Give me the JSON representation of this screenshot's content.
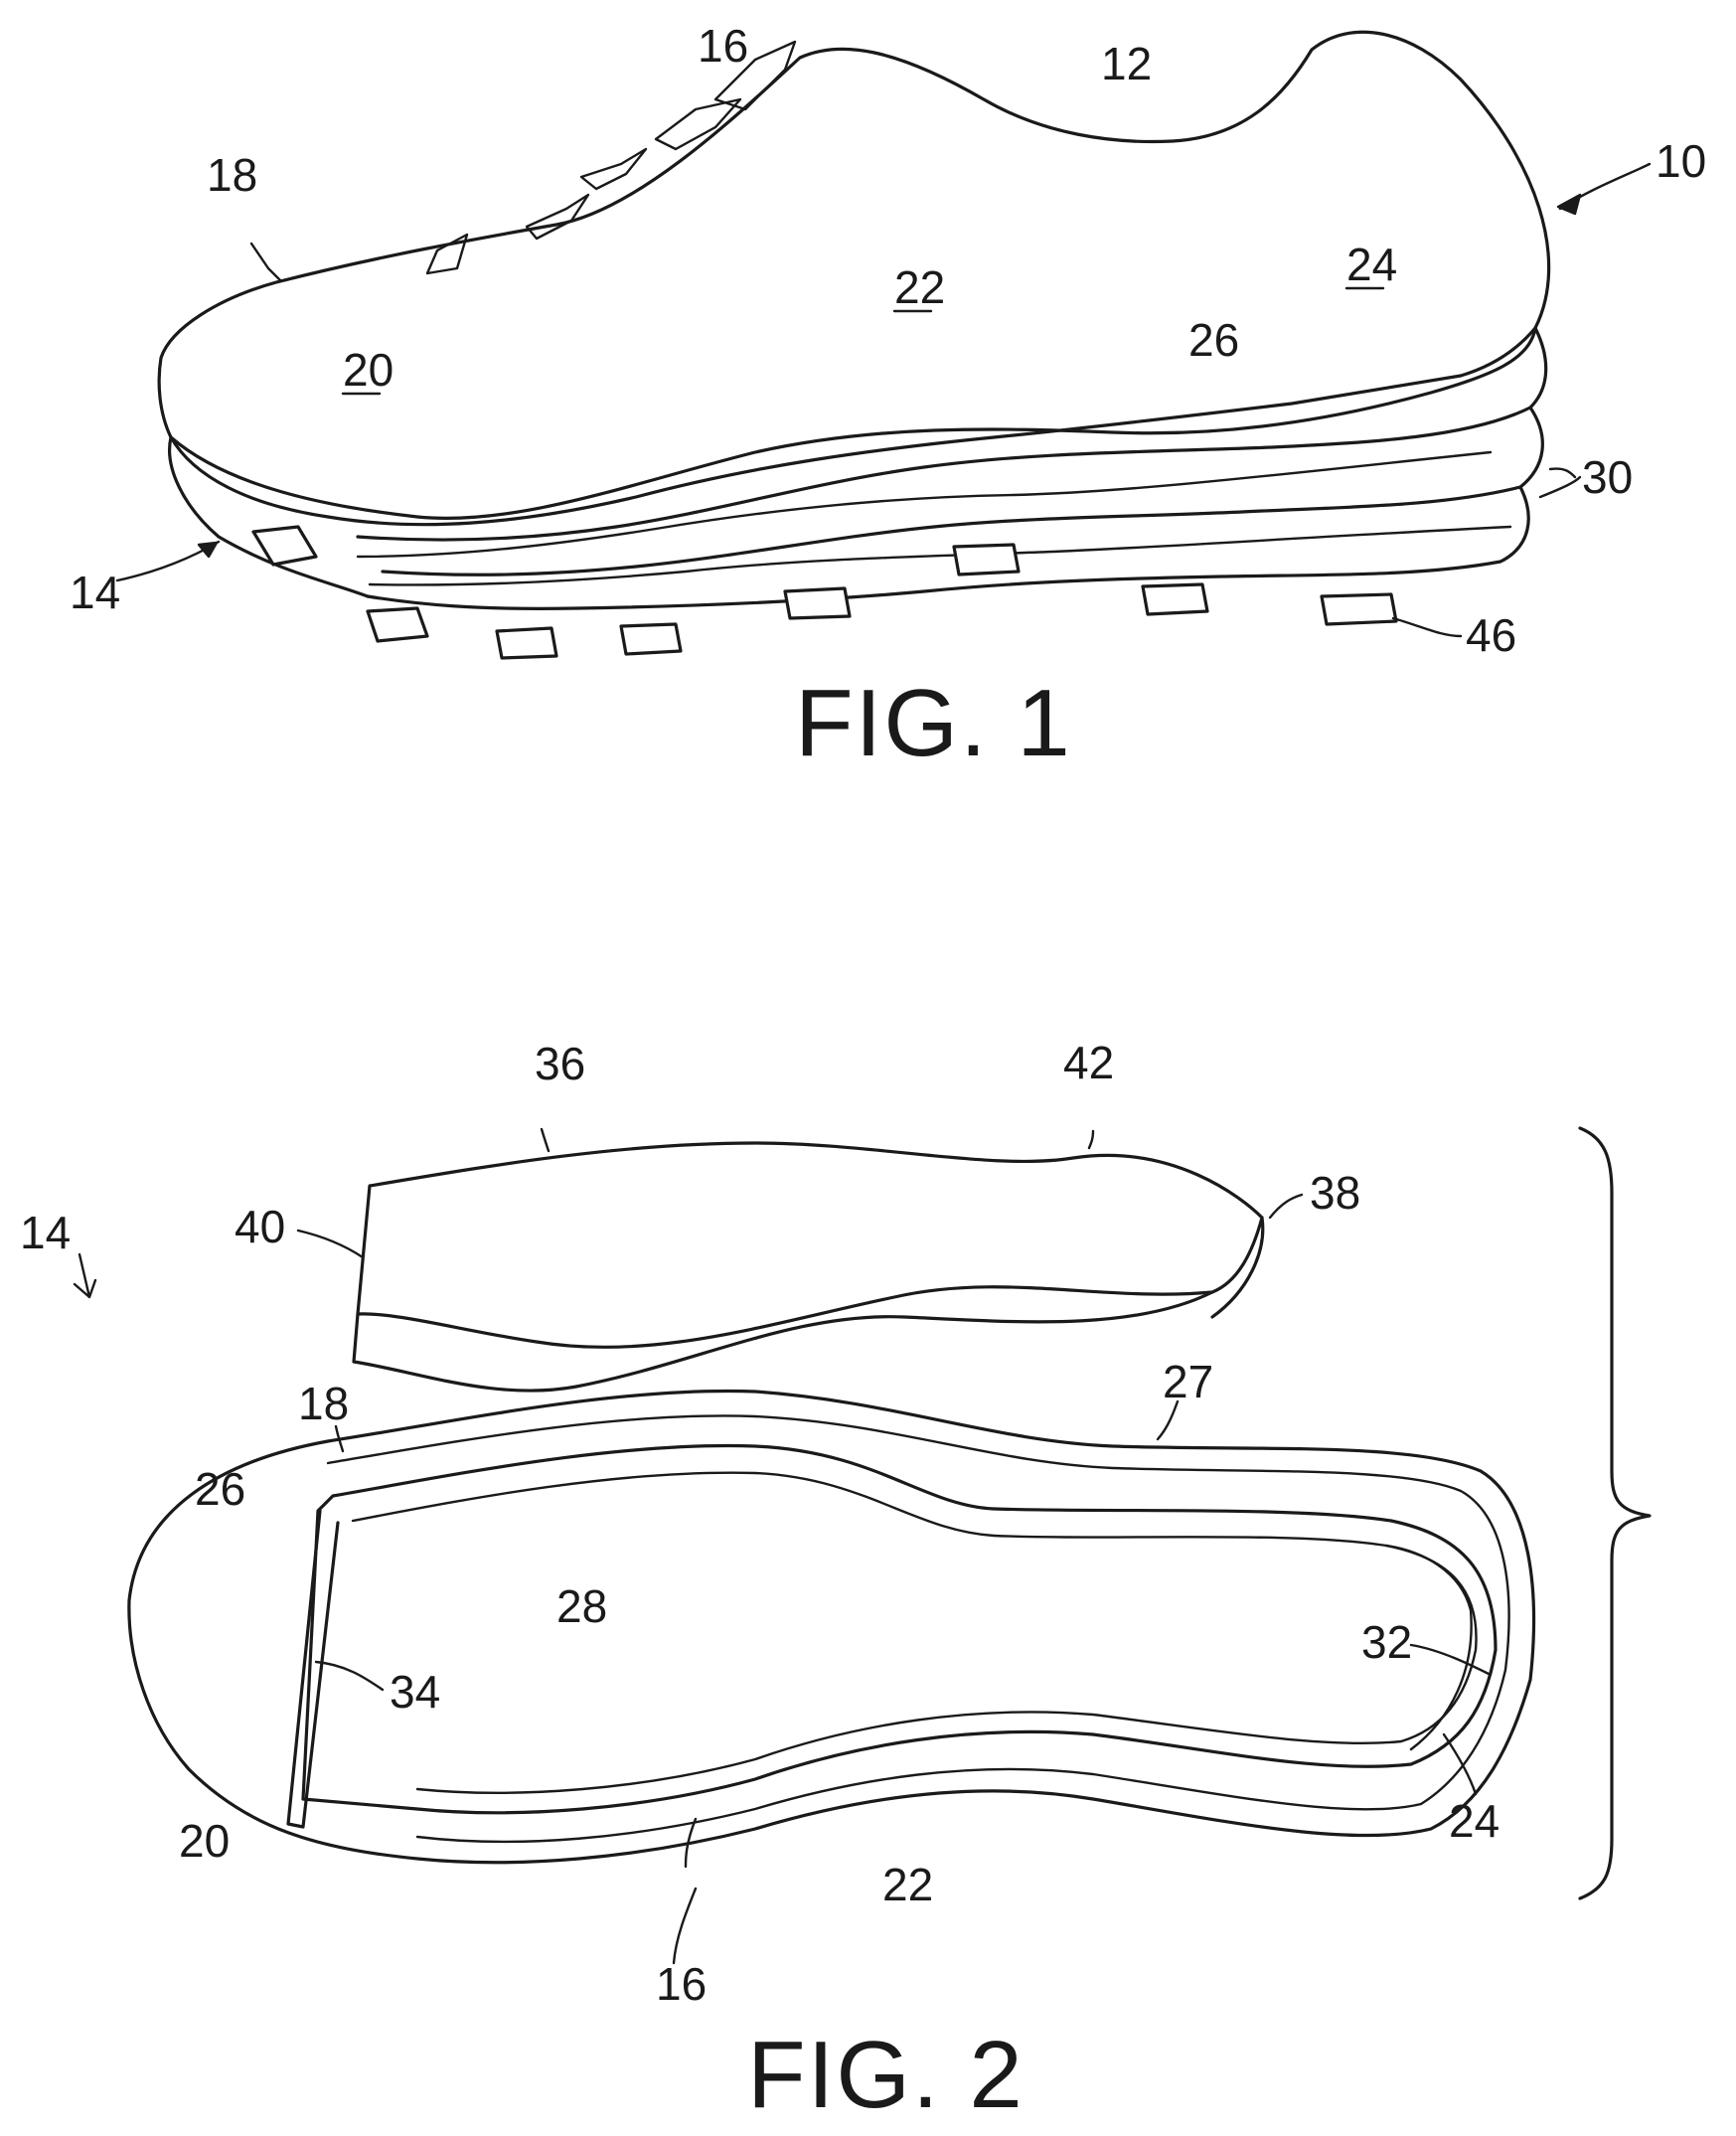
{
  "figures": [
    {
      "caption": "FIG. 1",
      "labels": {
        "ref_10": "10",
        "ref_12": "12",
        "ref_14": "14",
        "ref_16": "16",
        "ref_18": "18",
        "ref_20": "20",
        "ref_22": "22",
        "ref_24": "24",
        "ref_26": "26",
        "ref_30": "30",
        "ref_46": "46"
      }
    },
    {
      "caption": "FIG. 2",
      "labels": {
        "ref_14": "14",
        "ref_36": "36",
        "ref_42": "42",
        "ref_40": "40",
        "ref_38": "38",
        "ref_27": "27",
        "ref_18": "18",
        "ref_26": "26",
        "ref_28": "28",
        "ref_32": "32",
        "ref_34": "34",
        "ref_24": "24",
        "ref_20": "20",
        "ref_22": "22",
        "ref_16": "16"
      }
    }
  ]
}
